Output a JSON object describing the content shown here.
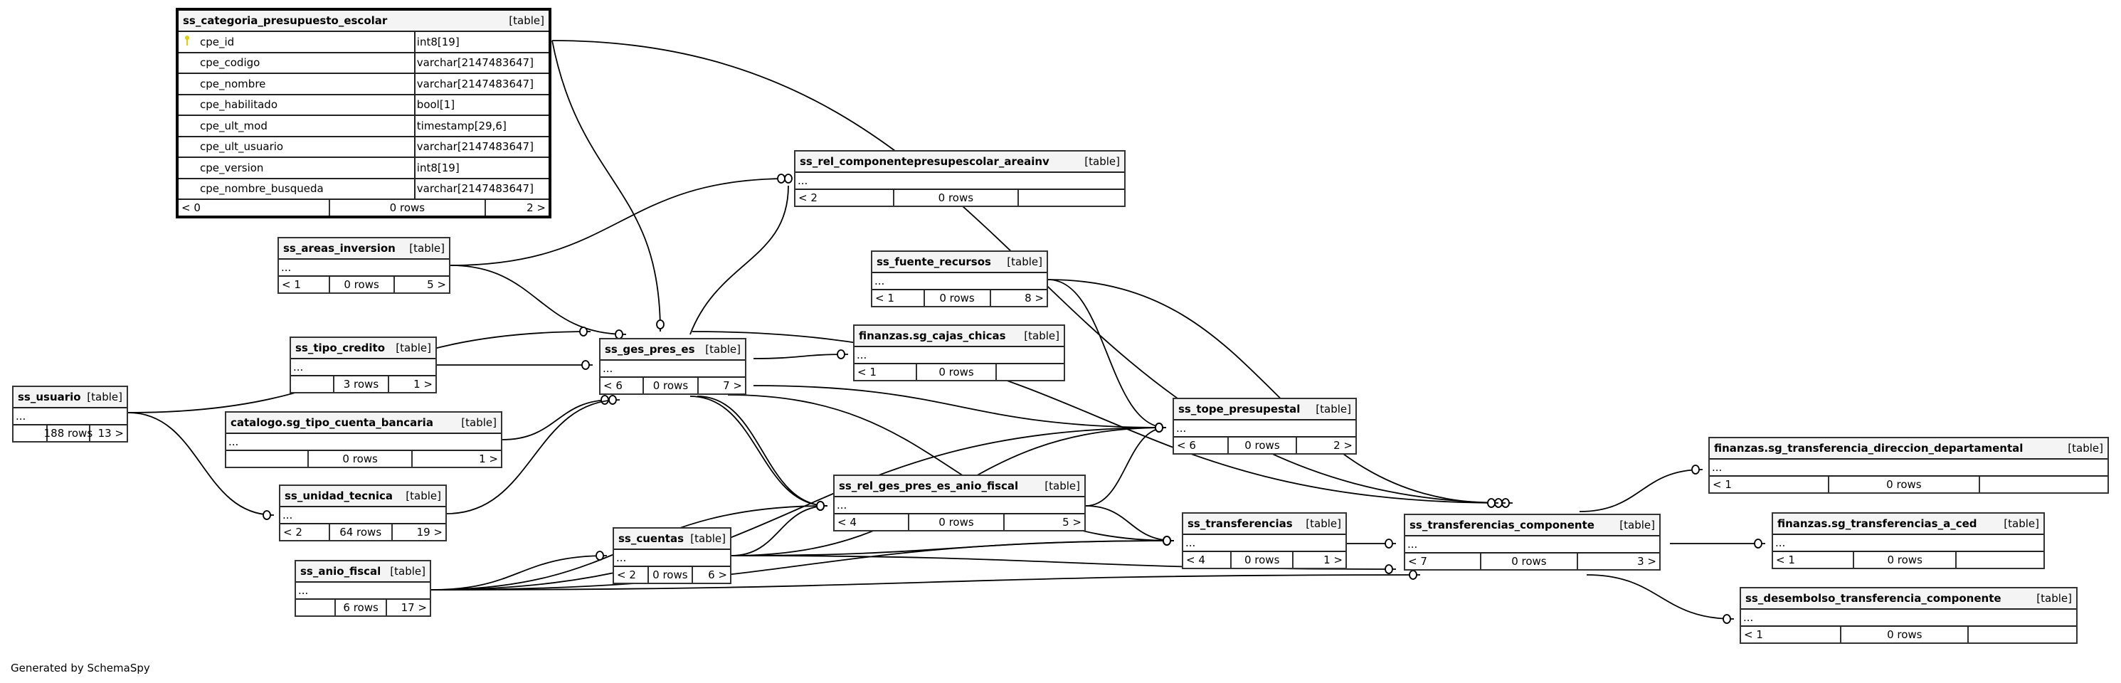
{
  "footer_credit": "Generated by SchemaSpy",
  "tables": [
    {
      "name": "ss_categoria_presupuesto_escolar",
      "type": "[table]",
      "columns": [
        {
          "name": "cpe_id",
          "type": "int8[19]",
          "primary_key": true
        },
        {
          "name": "cpe_codigo",
          "type": "varchar[2147483647]"
        },
        {
          "name": "cpe_nombre",
          "type": "varchar[2147483647]"
        },
        {
          "name": "cpe_habilitado",
          "type": "bool[1]"
        },
        {
          "name": "cpe_ult_mod",
          "type": "timestamp[29,6]"
        },
        {
          "name": "cpe_ult_usuario",
          "type": "varchar[2147483647]"
        },
        {
          "name": "cpe_version",
          "type": "int8[19]"
        },
        {
          "name": "cpe_nombre_busqueda",
          "type": "varchar[2147483647]"
        }
      ],
      "parents": "< 0",
      "rows": "0 rows",
      "children": "2 >"
    },
    {
      "name": "ss_rel_componentepresupescolar_areainv",
      "type": "[table]",
      "ellipsis": "...",
      "parents": "< 2",
      "rows": "0 rows",
      "children": ""
    },
    {
      "name": "ss_areas_inversion",
      "type": "[table]",
      "ellipsis": "...",
      "parents": "< 1",
      "rows": "0 rows",
      "children": "5 >"
    },
    {
      "name": "ss_fuente_recursos",
      "type": "[table]",
      "ellipsis": "...",
      "parents": "< 1",
      "rows": "0 rows",
      "children": "8 >"
    },
    {
      "name": "finanzas.sg_cajas_chicas",
      "type": "[table]",
      "ellipsis": "...",
      "parents": "< 1",
      "rows": "0 rows",
      "children": ""
    },
    {
      "name": "ss_tipo_credito",
      "type": "[table]",
      "ellipsis": "...",
      "parents": "",
      "rows": "3 rows",
      "children": "1 >"
    },
    {
      "name": "ss_ges_pres_es",
      "type": "[table]",
      "ellipsis": "...",
      "parents": "< 6",
      "rows": "0 rows",
      "children": "7 >"
    },
    {
      "name": "ss_usuario",
      "type": "[table]",
      "ellipsis": "...",
      "parents": "",
      "rows": "188 rows",
      "children": "13 >"
    },
    {
      "name": "catalogo.sg_tipo_cuenta_bancaria",
      "type": "[table]",
      "ellipsis": "...",
      "parents": "",
      "rows": "0 rows",
      "children": "1 >"
    },
    {
      "name": "ss_tope_presupestal",
      "type": "[table]",
      "ellipsis": "...",
      "parents": "< 6",
      "rows": "0 rows",
      "children": "2 >"
    },
    {
      "name": "ss_rel_ges_pres_es_anio_fiscal",
      "type": "[table]",
      "ellipsis": "...",
      "parents": "< 4",
      "rows": "0 rows",
      "children": "5 >"
    },
    {
      "name": "ss_unidad_tecnica",
      "type": "[table]",
      "ellipsis": "...",
      "parents": "< 2",
      "rows": "64 rows",
      "children": "19 >"
    },
    {
      "name": "ss_transferencias",
      "type": "[table]",
      "ellipsis": "...",
      "parents": "< 4",
      "rows": "0 rows",
      "children": "1 >"
    },
    {
      "name": "ss_transferencias_componente",
      "type": "[table]",
      "ellipsis": "...",
      "parents": "< 7",
      "rows": "0 rows",
      "children": "3 >"
    },
    {
      "name": "ss_cuentas",
      "type": "[table]",
      "ellipsis": "...",
      "parents": "< 2",
      "rows": "0 rows",
      "children": "6 >"
    },
    {
      "name": "ss_anio_fiscal",
      "type": "[table]",
      "ellipsis": "...",
      "parents": "",
      "rows": "6 rows",
      "children": "17 >"
    },
    {
      "name": "finanzas.sg_transferencia_direccion_departamental",
      "type": "[table]",
      "ellipsis": "...",
      "parents": "< 1",
      "rows": "0 rows",
      "children": ""
    },
    {
      "name": "finanzas.sg_transferencias_a_ced",
      "type": "[table]",
      "ellipsis": "...",
      "parents": "< 1",
      "rows": "0 rows",
      "children": ""
    },
    {
      "name": "ss_desembolso_transferencia_componente",
      "type": "[table]",
      "ellipsis": "...",
      "parents": "< 1",
      "rows": "0 rows",
      "children": ""
    }
  ]
}
